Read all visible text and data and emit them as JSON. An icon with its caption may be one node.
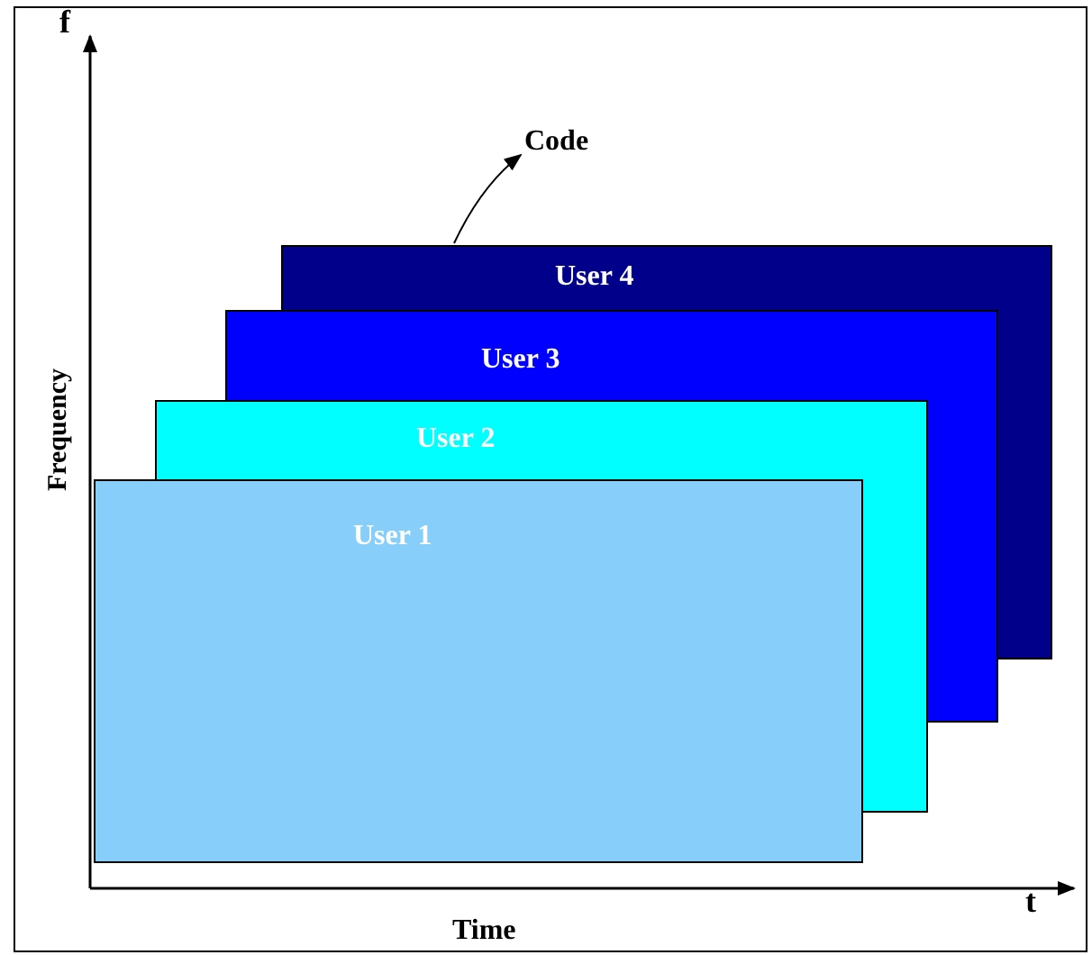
{
  "diagram": {
    "nodes": [
      {
        "text": [
          "Code"
        ]
      },
      {
        "text": [
          "User 4"
        ]
      },
      {
        "text": [
          "User 3"
        ]
      },
      {
        "text": [
          "User 2"
        ]
      },
      {
        "text": [
          "User 1"
        ]
      }
    ],
    "edges": [
      {
        "from": 1,
        "to": 0,
        "arrow": "to"
      }
    ],
    "labels": [
      "f",
      "Frequency",
      "t",
      "Time"
    ]
  }
}
